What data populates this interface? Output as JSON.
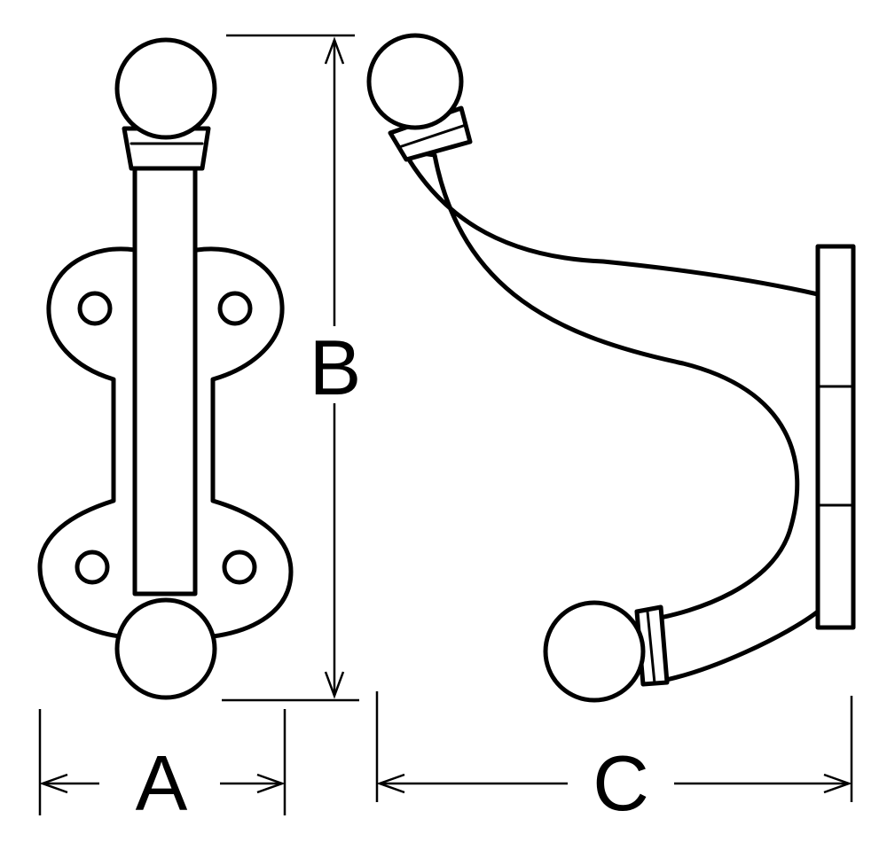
{
  "labels": {
    "width": "A",
    "height": "B",
    "projection": "C"
  },
  "colors": {
    "ink": "#000000",
    "background": "#ffffff"
  }
}
